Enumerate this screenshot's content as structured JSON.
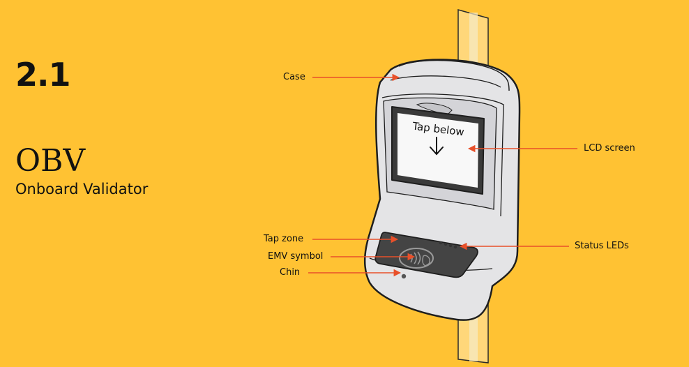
{
  "section": {
    "number": "2.1"
  },
  "device": {
    "name": "OBV",
    "full_name": "Onboard Validator"
  },
  "screen": {
    "line1": "Tap below"
  },
  "callouts": {
    "case": "Case",
    "lcd_screen": "LCD screen",
    "tap_zone": "Tap zone",
    "emv_symbol": "EMV symbol",
    "chin": "Chin",
    "status_leds": "Status LEDs"
  },
  "colors": {
    "background": "#FFC233",
    "arrow": "#E8502A",
    "device_body": "#E4E4E6",
    "tap_panel": "#444444"
  },
  "icons": [
    "down-arrow-icon",
    "contactless-icon"
  ]
}
